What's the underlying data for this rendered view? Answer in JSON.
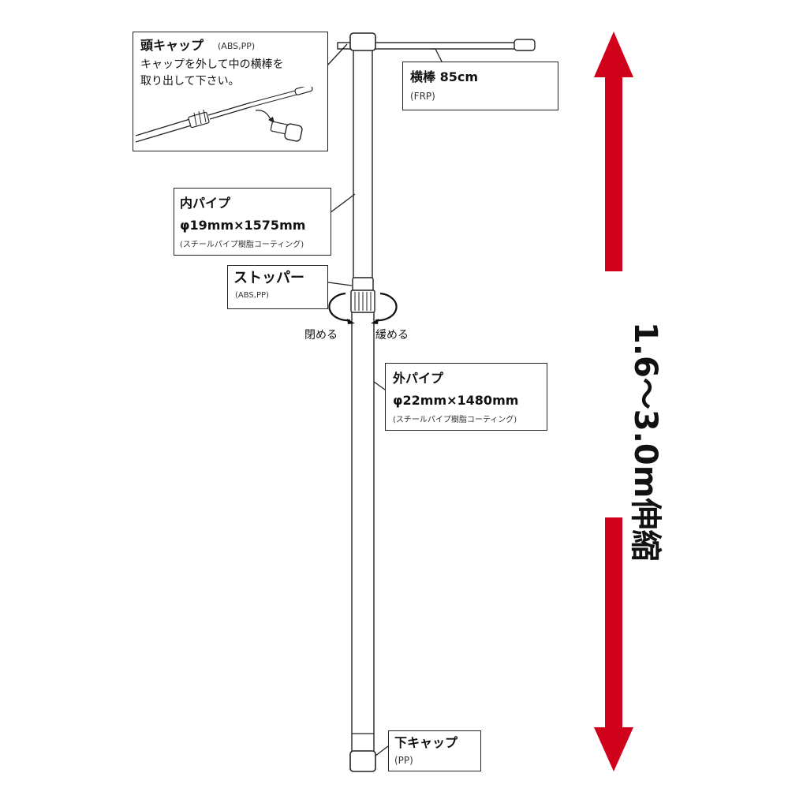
{
  "head_cap": {
    "name": "頭キャップ",
    "material": "(ABS,PP)",
    "note_line1": "キャップを外して中の横棒を",
    "note_line2": "取り出して下さい。"
  },
  "crossbar": {
    "name": "横棒 85cm",
    "material": "(FRP)"
  },
  "inner_pipe": {
    "name": "内パイプ",
    "size": "φ19mm×1575mm",
    "coating": "(スチールパイプ樹脂コーティング)"
  },
  "stopper": {
    "name": "ストッパー",
    "material": "(ABS,PP)",
    "tighten": "閉める",
    "loosen": "緩める"
  },
  "outer_pipe": {
    "name": "外パイプ",
    "size": "φ22mm×1480mm",
    "coating": "(スチールパイプ樹脂コーティング)"
  },
  "bottom_cap": {
    "name": "下キャップ",
    "material": "(PP)"
  },
  "extension": {
    "label": "1.6〜3.0m伸縮",
    "arrow_color": "#d0021b"
  }
}
